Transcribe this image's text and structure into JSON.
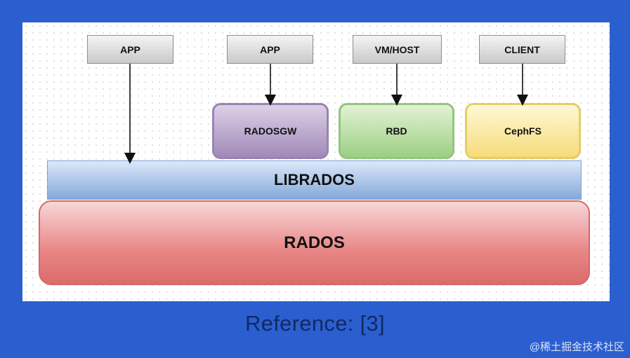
{
  "diagram": {
    "top_nodes": [
      "APP",
      "APP",
      "VM/HOST",
      "CLIENT"
    ],
    "services": [
      "RADOSGW",
      "RBD",
      "CephFS"
    ],
    "librados": "LIBRADOS",
    "rados": "RADOS"
  },
  "caption": "Reference: [3]",
  "watermark": "@稀土掘金技术社区",
  "colors": {
    "slide_background": "#2b5fd0",
    "radosgw": "#a18ab9",
    "rbd": "#9dcf83",
    "cephfs": "#f6dc79",
    "librados": "#84a9d9",
    "rados": "#e98686"
  }
}
